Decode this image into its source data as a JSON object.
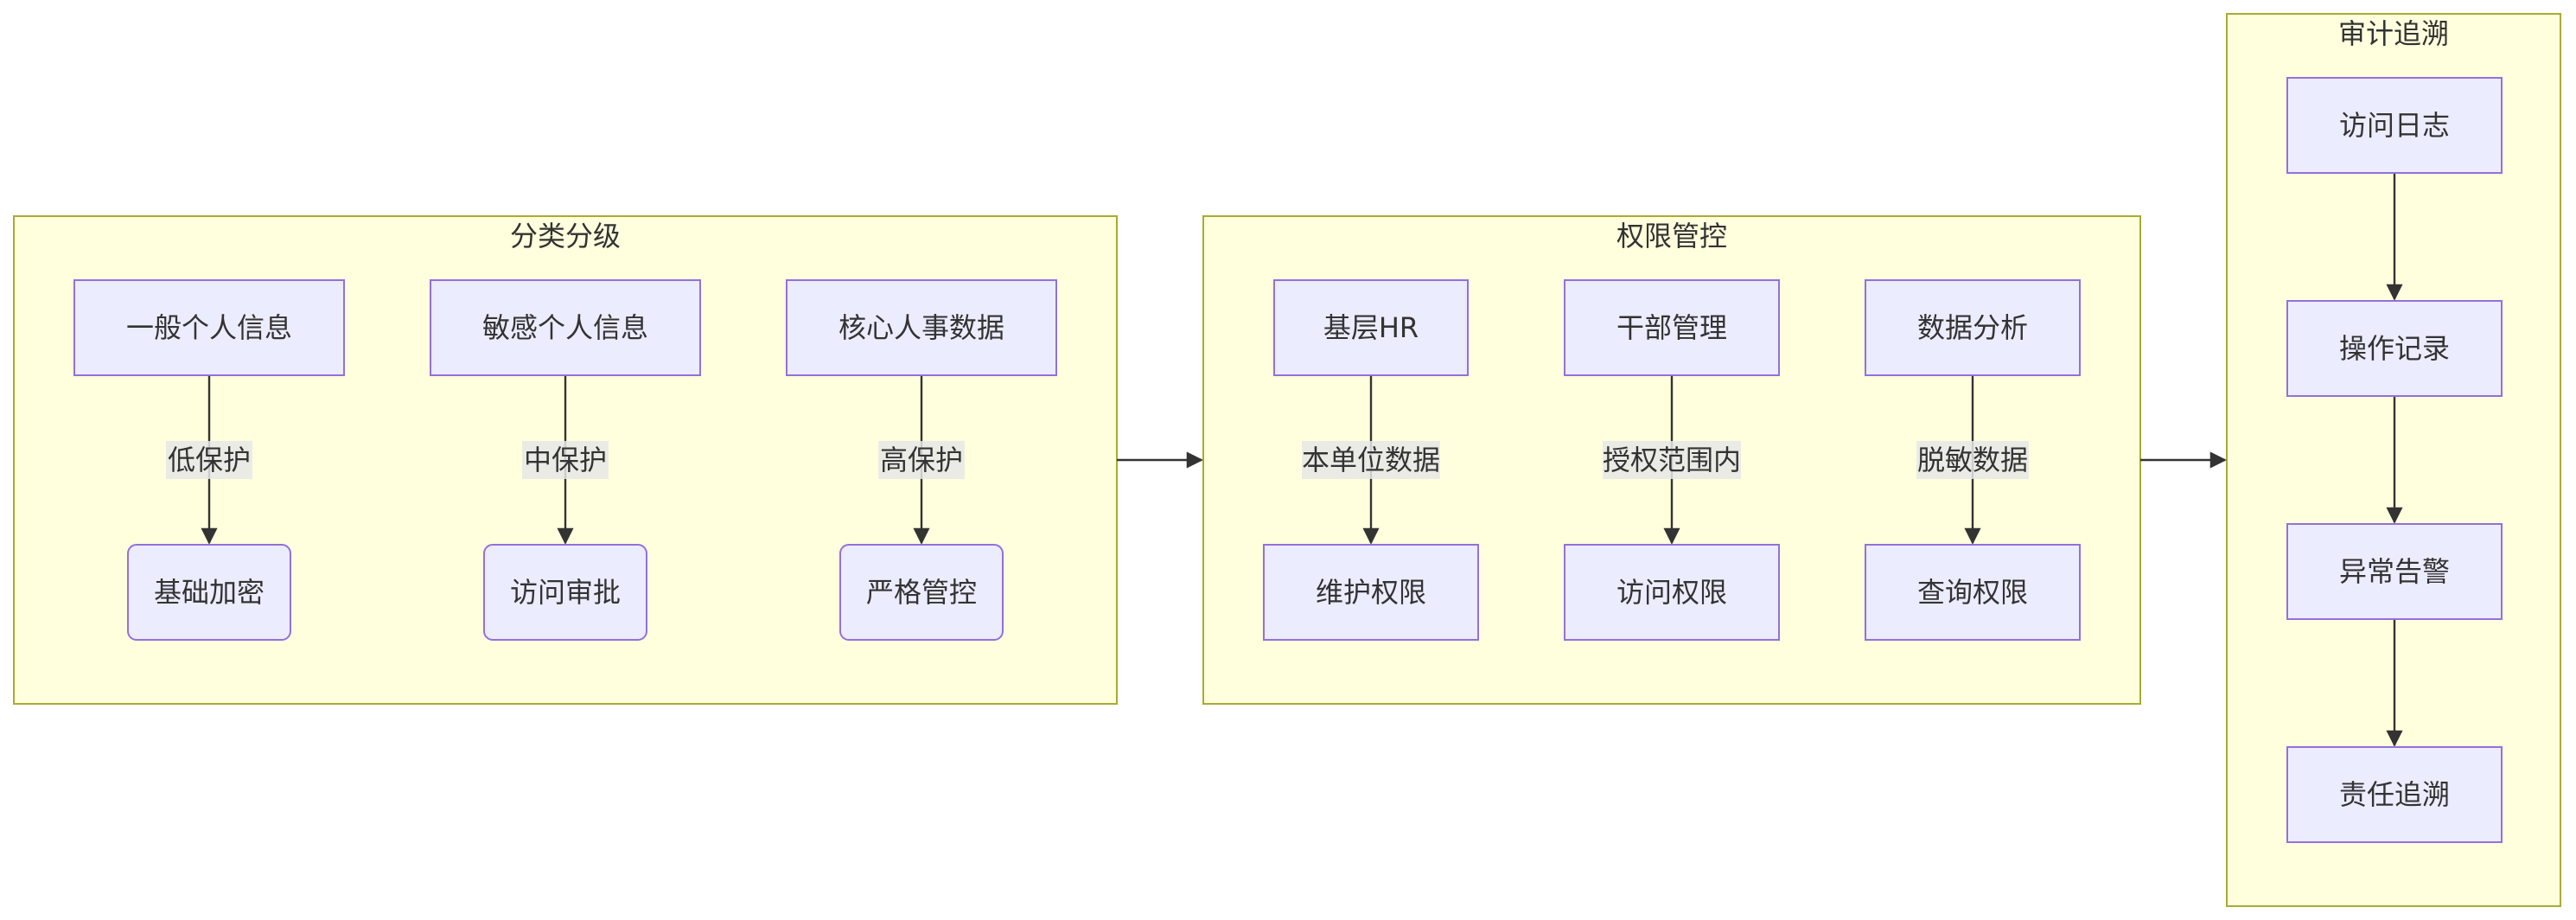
{
  "clusters": {
    "classify": {
      "title": "分类分级"
    },
    "permission": {
      "title": "权限管控"
    },
    "audit": {
      "title": "审计追溯"
    }
  },
  "nodes": {
    "general_info": "一般个人信息",
    "sensitive_info": "敏感个人信息",
    "core_hr_data": "核心人事数据",
    "basic_encrypt": "基础加密",
    "access_approval": "访问审批",
    "strict_control": "严格管控",
    "grassroots_hr": "基层HR",
    "cadre_mgmt": "干部管理",
    "data_analysis": "数据分析",
    "maintain_perm": "维护权限",
    "access_perm": "访问权限",
    "query_perm": "查询权限",
    "access_log": "访问日志",
    "operation_record": "操作记录",
    "anomaly_alert": "异常告警",
    "accountability": "责任追溯"
  },
  "edges": {
    "low_protect": "低保护",
    "mid_protect": "中保护",
    "high_protect": "高保护",
    "own_unit_data": "本单位数据",
    "within_scope": "授权范围内",
    "masked_data": "脱敏数据"
  },
  "colors": {
    "cluster_fill": "#ffffde",
    "cluster_stroke": "#aaaa33",
    "node_fill": "#ececff",
    "node_stroke": "#9370db",
    "edge": "#333333"
  }
}
